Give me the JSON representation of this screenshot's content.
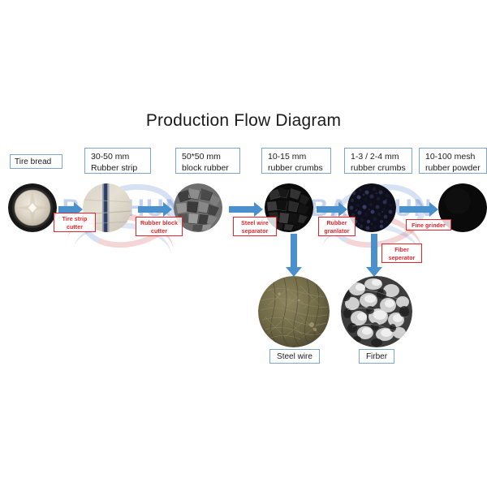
{
  "title": "Production Flow Diagram",
  "watermark": {
    "text": "BAISHUN"
  },
  "stages": [
    {
      "id": "tire-bead",
      "label": "Tire bread",
      "icon": "tire-bead-image"
    },
    {
      "id": "rubber-strip",
      "label": "30-50 mm\nRubber strip",
      "icon": "rubber-strip-image"
    },
    {
      "id": "block-rubber",
      "label": "50*50 mm\nblock rubber",
      "icon": "block-rubber-image"
    },
    {
      "id": "rubber-crumbs",
      "label": "10-15 mm\nrubber crumbs",
      "icon": "rubber-crumbs-image"
    },
    {
      "id": "fine-crumbs",
      "label": "1-3 / 2-4 mm\nrubber crumbs",
      "icon": "fine-crumbs-image"
    },
    {
      "id": "rubber-powder",
      "label": "10-100 mesh\nrubber powder",
      "icon": "rubber-powder-image"
    }
  ],
  "machines": [
    {
      "id": "tire-strip-cutter",
      "label": "Tire strip\ncutter"
    },
    {
      "id": "rubber-block-cutter",
      "label": "Rubber block\ncutter"
    },
    {
      "id": "steel-wire-separator",
      "label": "Steel wire\nseparator"
    },
    {
      "id": "rubber-granulator",
      "label": "Rubber\ngranlator"
    },
    {
      "id": "fine-grinder",
      "label": "Fine grinder"
    },
    {
      "id": "fiber-separator",
      "label": "Fiber\nseperator"
    }
  ],
  "byproducts": [
    {
      "id": "steel-wire",
      "label": "Steel wire",
      "icon": "steel-wire-image"
    },
    {
      "id": "fiber",
      "label": "Firber",
      "icon": "fiber-image"
    }
  ],
  "colors": {
    "arrow_blue": "#4a90cc",
    "box_border_blue": "#7ba7cf",
    "machine_red": "#e8232a",
    "title_black": "#1b1b1b",
    "watermark_blue": "#3c6ebe"
  }
}
